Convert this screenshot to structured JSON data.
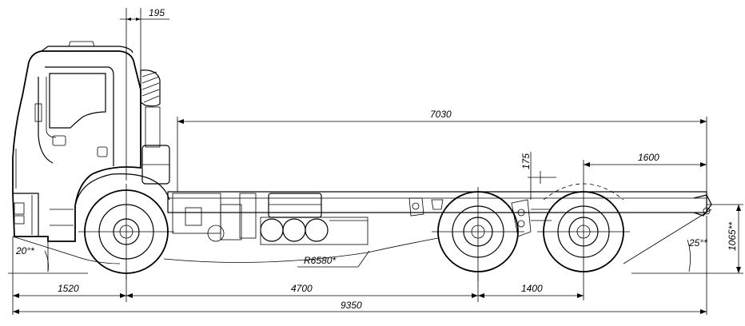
{
  "dimensions": {
    "cab_stack": "195",
    "frame_length": "7030",
    "bogie_offset": "175",
    "rear_axle_to_end": "1600",
    "approach_angle": "20°*",
    "turning_radius": "R6580*",
    "departure_angle": "25°*",
    "frame_height": "1065**",
    "front_overhang": "1520",
    "wheelbase": "4700",
    "axle_spacing": "1400",
    "overall_length": "9350"
  }
}
